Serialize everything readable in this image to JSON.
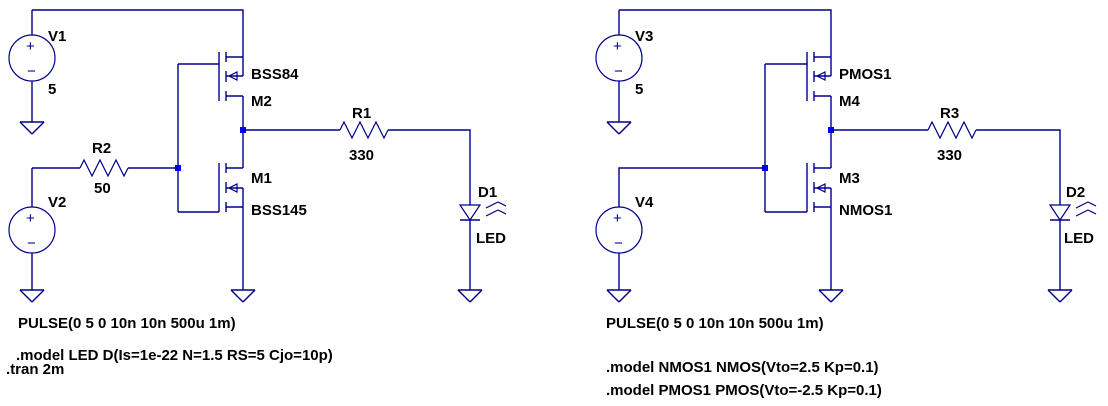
{
  "left": {
    "v1": {
      "name": "V1",
      "value": "5"
    },
    "v2": {
      "name": "V2",
      "value": "PULSE(0 5 0 10n 10n 500u 1m)"
    },
    "r2": {
      "name": "R2",
      "value": "50"
    },
    "m2": {
      "name": "M2",
      "model": "BSS84"
    },
    "m1": {
      "name": "M1",
      "model": "BSS145"
    },
    "r1": {
      "name": "R1",
      "value": "330"
    },
    "d1": {
      "name": "D1",
      "model": "LED"
    },
    "directive_model": ".model LED D(Is=1e-22 N=1.5 RS=5 Cjo=10p)",
    "directive_tran": ".tran 2m"
  },
  "right": {
    "v3": {
      "name": "V3",
      "value": "5"
    },
    "v4": {
      "name": "V4",
      "value": "PULSE(0 5 0 10n 10n 500u 1m)"
    },
    "m4": {
      "name": "M4",
      "model": "PMOS1"
    },
    "m3": {
      "name": "M3",
      "model": "NMOS1"
    },
    "r3": {
      "name": "R3",
      "value": "330"
    },
    "d2": {
      "name": "D2",
      "model": "LED"
    },
    "directive_nmos": ".model NMOS1 NMOS(Vto=2.5 Kp=0.1)",
    "directive_pmos": ".model PMOS1 PMOS(Vto=-2.5 Kp=0.1)"
  },
  "colors": {
    "wire": "#00008b",
    "node": "#0000ff",
    "text": "#000000"
  }
}
